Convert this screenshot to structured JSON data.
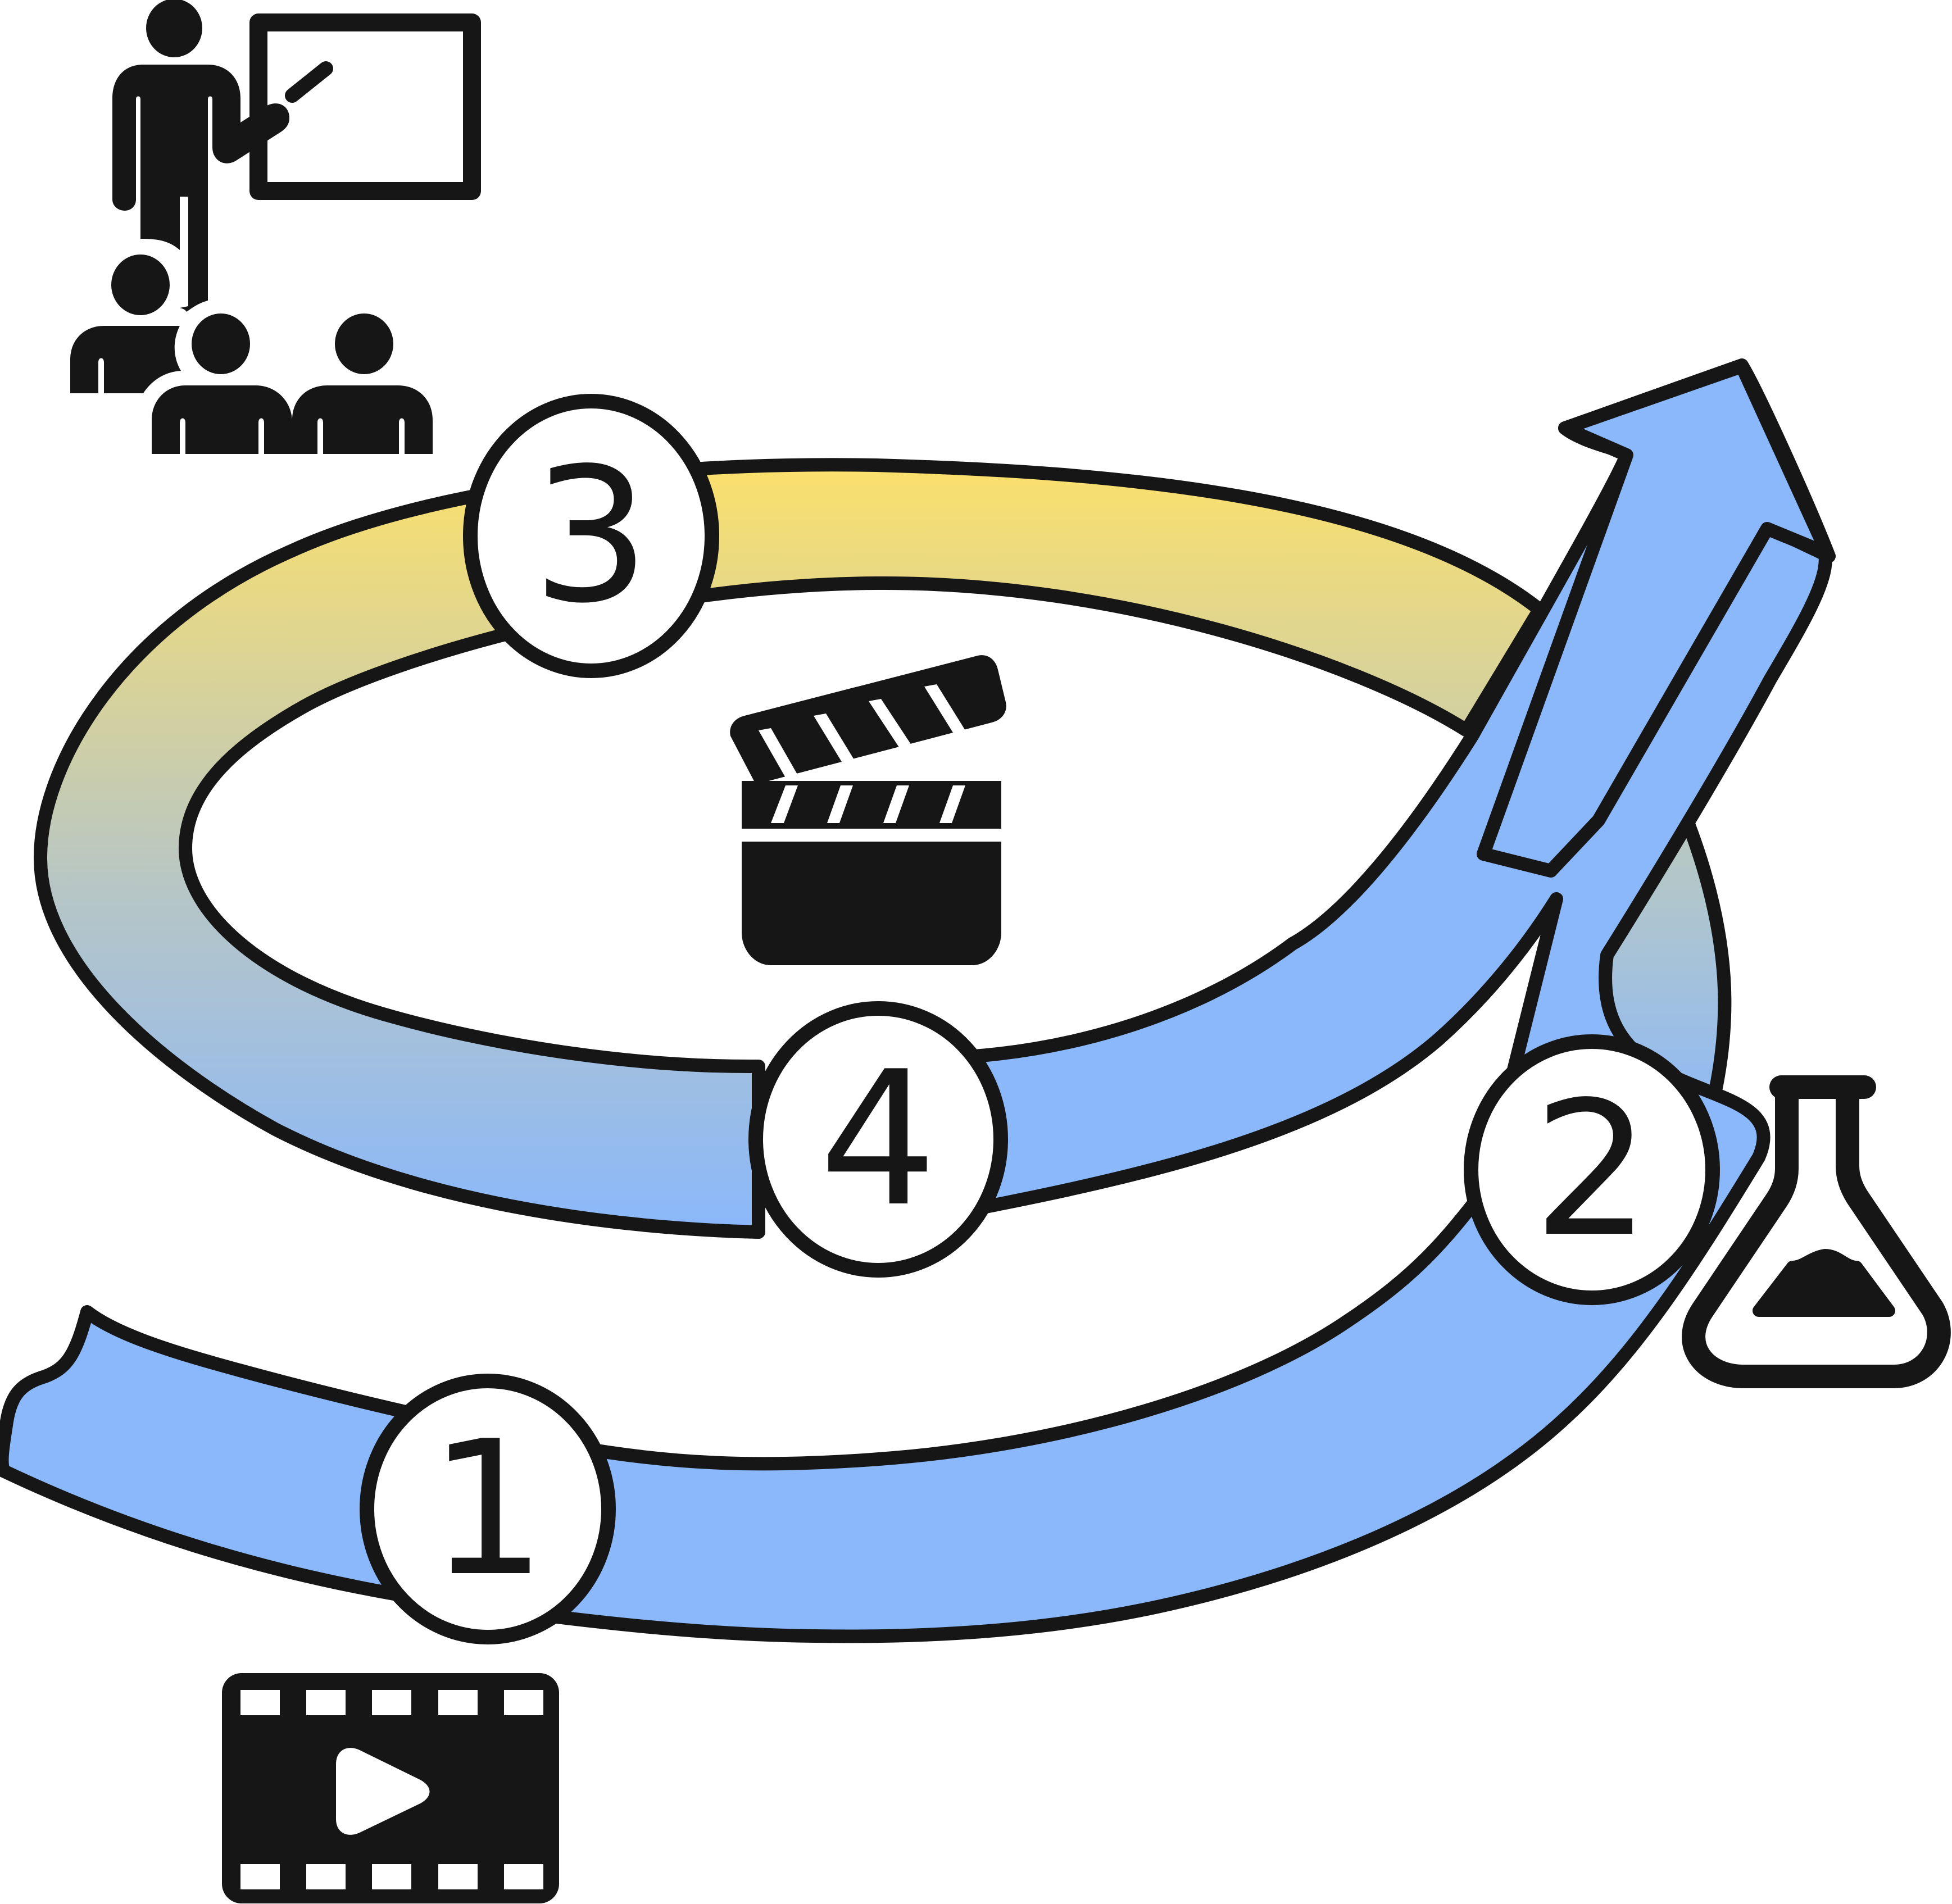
{
  "steps": [
    {
      "number": "1",
      "icon": "film-strip-play-icon"
    },
    {
      "number": "2",
      "icon": "lab-flask-icon"
    },
    {
      "number": "3",
      "icon": "teacher-presentation-icon"
    },
    {
      "number": "4",
      "icon": "clapperboard-icon"
    }
  ],
  "colors": {
    "outline": "#161616",
    "arrow_blue": "#8ab8fb",
    "loop_yellow": "#fbe06b",
    "loop_teal": "#b7c6c5",
    "background": "#ffffff"
  }
}
